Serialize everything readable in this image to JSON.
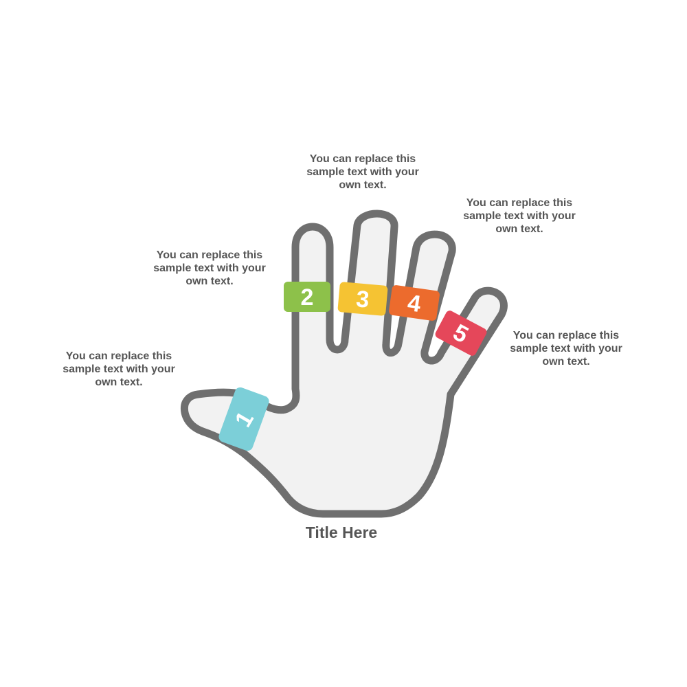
{
  "title": "Title Here",
  "captions": [
    {
      "number": "1",
      "text": "You can replace this\nsample text with your\nown text."
    },
    {
      "number": "2",
      "text": "You can replace this\nsample text with your\nown text."
    },
    {
      "number": "3",
      "text": "You can replace this\nsample text with your\nown text."
    },
    {
      "number": "4",
      "text": "You can replace this\nsample text with your\nown text."
    },
    {
      "number": "5",
      "text": "You can replace this\nsample text with your\nown text."
    }
  ],
  "colors": {
    "ring_1": "#7ccfd8",
    "ring_2": "#8dc14a",
    "ring_3": "#f5c333",
    "ring_4": "#ec6b2d",
    "ring_5": "#e5475a",
    "hand_outline": "#6f6f6f",
    "hand_fill": "#f2f2f2",
    "text": "#555555"
  },
  "icons": [
    "hand-outline-icon"
  ]
}
